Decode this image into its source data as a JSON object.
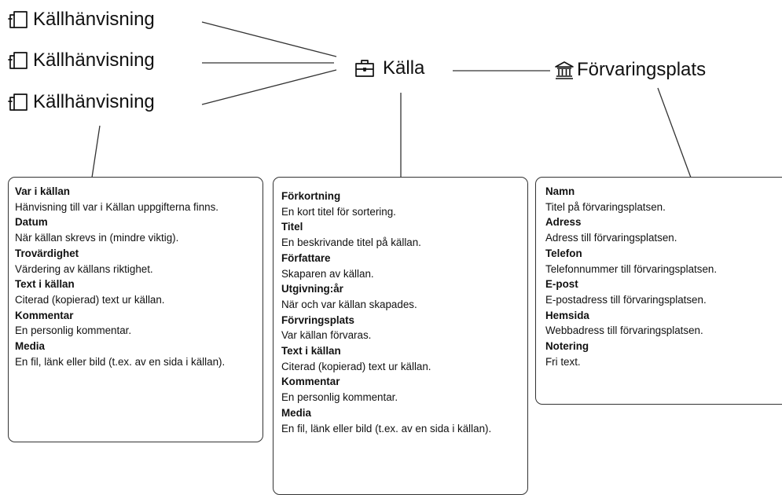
{
  "nodes": {
    "citation": {
      "label": "Källhänvisning",
      "icon": "citation-icon"
    },
    "source": {
      "label": "Källa",
      "icon": "briefcase-icon"
    },
    "repository": {
      "label": "Förvaringsplats",
      "icon": "library-building-icon"
    }
  },
  "citation_fields": [
    {
      "name": "Var i källan",
      "desc": "Hänvisning till var i Källan uppgifterna finns."
    },
    {
      "name": "Datum",
      "desc": "När källan skrevs in (mindre viktig)."
    },
    {
      "name": "Trovärdighet",
      "desc": "Värdering av källans riktighet."
    },
    {
      "name": "Text i källan",
      "desc": "Citerad (kopierad) text ur källan."
    },
    {
      "name": "Kommentar",
      "desc": "En personlig kommentar."
    },
    {
      "name": "Media",
      "desc": "En fil, länk eller bild (t.ex. av en sida i källan)."
    }
  ],
  "source_fields": [
    {
      "name": "Förkortning",
      "desc": "En kort titel för sortering."
    },
    {
      "name": "Titel",
      "desc": "En beskrivande titel på källan."
    },
    {
      "name": "Författare",
      "desc": "Skaparen av källan."
    },
    {
      "name": "Utgivning:år",
      "desc": "När och var källan skapades."
    },
    {
      "name": "Förvringsplats",
      "desc": "Var källan förvaras."
    },
    {
      "name": "Text i källan",
      "desc": "Citerad (kopierad) text ur källan."
    },
    {
      "name": "Kommentar",
      "desc": "En personlig kommentar."
    },
    {
      "name": "Media",
      "desc": "En fil, länk eller bild (t.ex. av en sida i källan)."
    }
  ],
  "repository_fields": [
    {
      "name": "Namn",
      "desc": "Titel på förvaringsplatsen."
    },
    {
      "name": "Adress",
      "desc": "Adress till förvaringsplatsen."
    },
    {
      "name": "Telefon",
      "desc": "Telefonnummer till förvaringsplatsen."
    },
    {
      "name": "E-post",
      "desc": "E-postadress till förvaringsplatsen."
    },
    {
      "name": "Hemsida",
      "desc": "Webbadress till förvaringsplatsen."
    },
    {
      "name": "Notering",
      "desc": "Fri text."
    }
  ]
}
